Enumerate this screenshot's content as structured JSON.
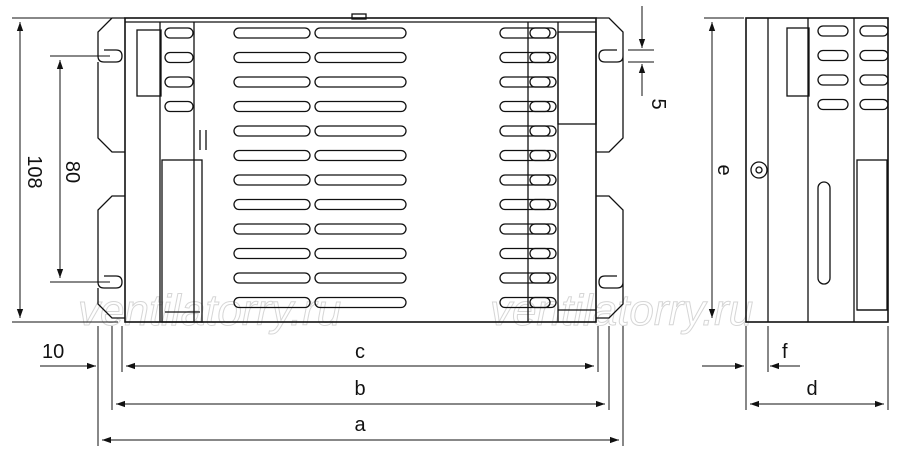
{
  "watermark": [
    "ventilatorry.ru",
    "ventilatorry.ru"
  ],
  "dimensions": {
    "height_outer": "108",
    "height_mount": "80",
    "slot": "5",
    "offset": "10",
    "a": "a",
    "b": "b",
    "c": "c",
    "d": "d",
    "e": "e",
    "f": "f"
  },
  "colors": {
    "line": "#111111",
    "watermark": "#d6d6d6"
  }
}
